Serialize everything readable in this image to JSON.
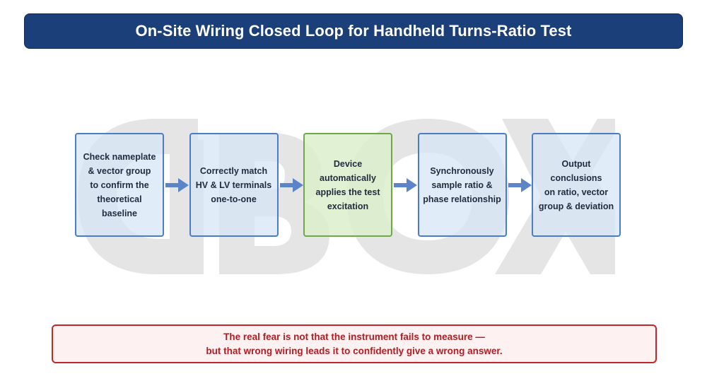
{
  "header": {
    "title": "On-Site Wiring Closed Loop for Handheld Turns-Ratio Test"
  },
  "steps": [
    {
      "label": "Check nameplate & vector group to confirm the theoretical baseline",
      "lines": [
        "Check nameplate",
        "& vector group",
        "to confirm the",
        "theoretical baseline"
      ],
      "highlighted": false
    },
    {
      "label": "Correctly match HV & LV terminals one-to-one",
      "lines": [
        "Correctly match",
        "HV & LV terminals",
        "one-to-one"
      ],
      "highlighted": false
    },
    {
      "label": "Device automatically applies the test excitation",
      "lines": [
        "Device automatically",
        "applies the test",
        "excitation"
      ],
      "highlighted": true
    },
    {
      "label": "Synchronously sample ratio & phase relationship",
      "lines": [
        "Synchronously",
        "sample ratio &",
        "phase relationship"
      ],
      "highlighted": false
    },
    {
      "label": "Output conclusions on ratio, vector group & deviation",
      "lines": [
        "Output conclusions",
        "on ratio, vector",
        "group & deviation"
      ],
      "highlighted": false
    }
  ],
  "note": {
    "line1": "The real fear is not that the instrument fails to measure —",
    "line2": "but that wrong wiring leads it to confidently give a wrong answer."
  },
  "colors": {
    "title_bg": "#1b3f78",
    "step_border": "#4a7cc9",
    "step_fill": "#d6e4f6",
    "active_border": "#6ea84a",
    "active_fill": "#dbefcd",
    "arrow": "#5b85c8",
    "note_border": "#c0272d",
    "note_text": "#b01e24",
    "watermark": "#e6e6e6"
  }
}
